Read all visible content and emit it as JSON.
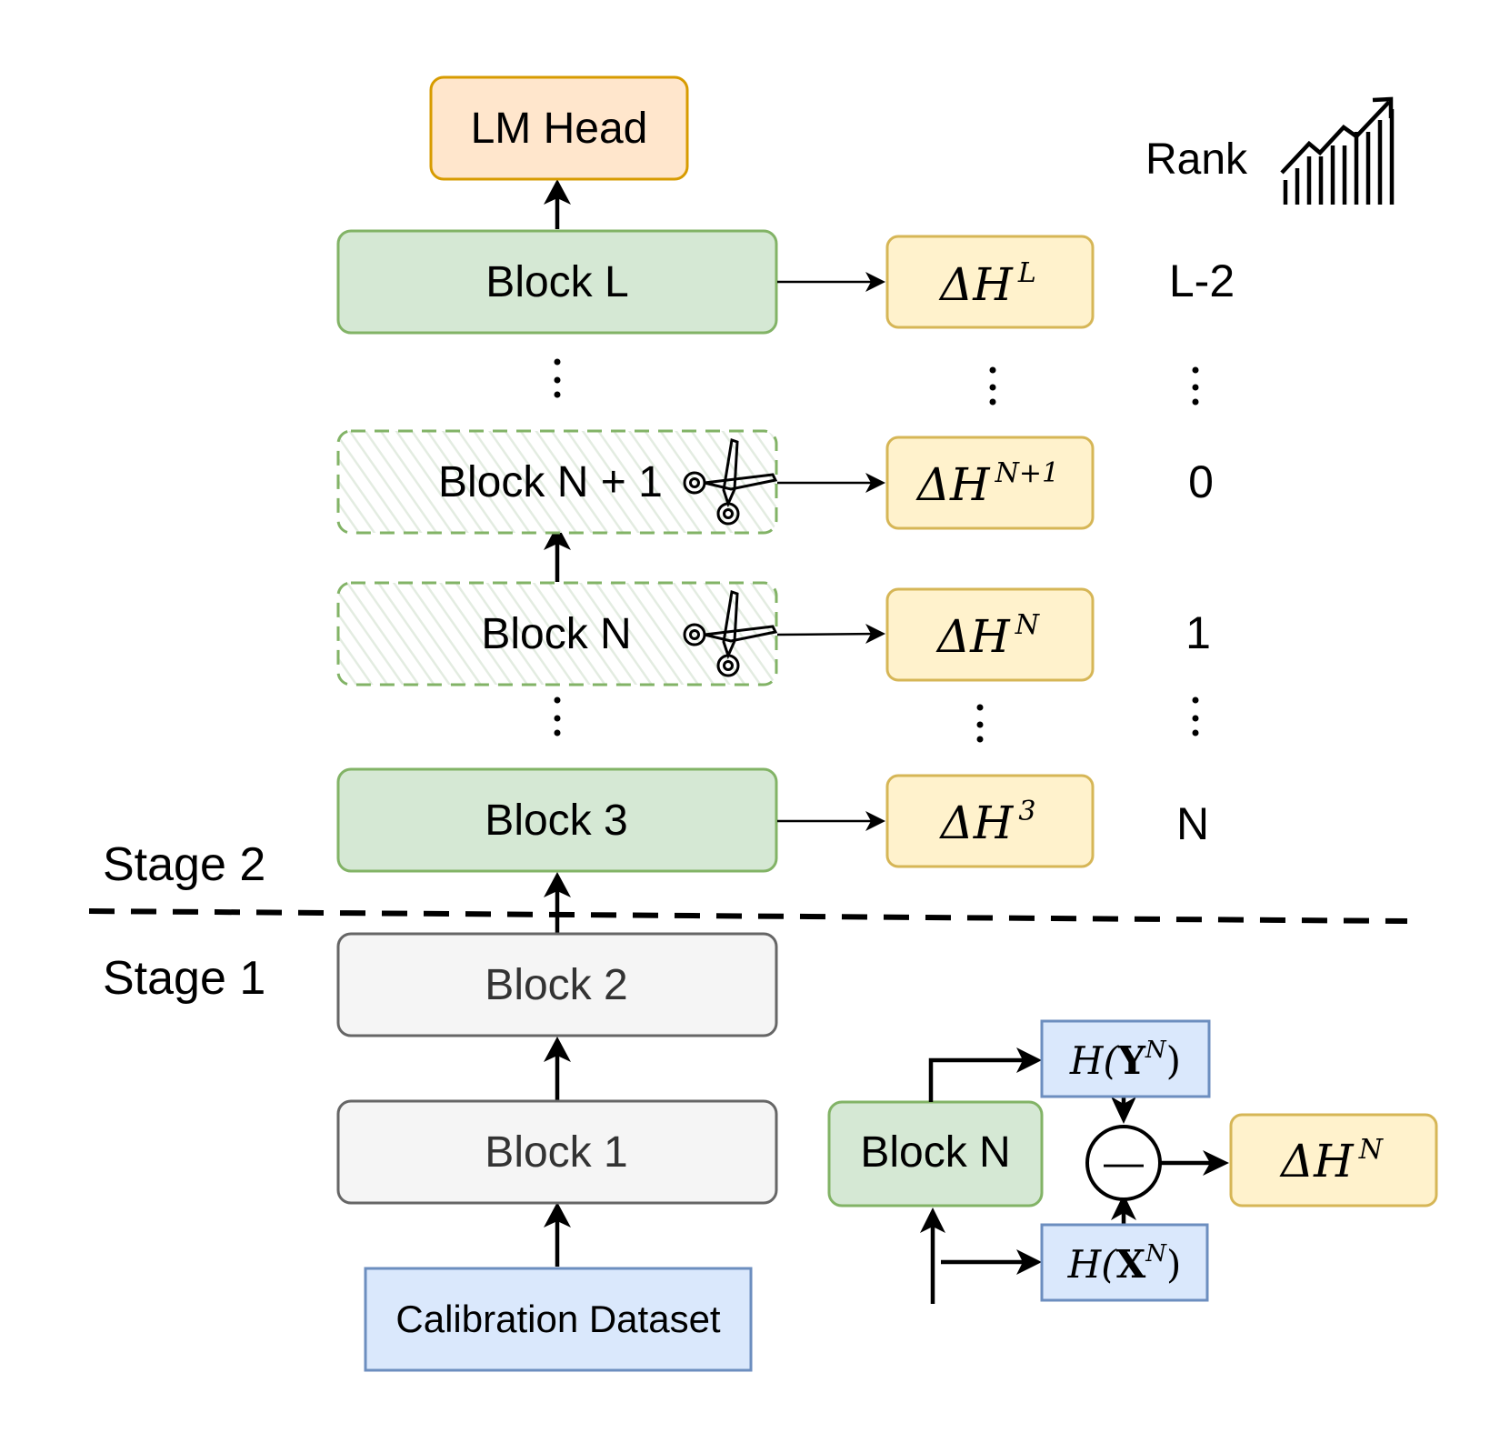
{
  "stages": {
    "stage2": "Stage 2",
    "stage1": "Stage 1"
  },
  "blocks": {
    "lm_head": "LM Head",
    "block_l": "Block L",
    "block_n_plus_1": "Block N + 1",
    "block_n": "Block N",
    "block_3": "Block 3",
    "block_2": "Block 2",
    "block_1": "Block 1",
    "calibration": "Calibration Dataset"
  },
  "delta": {
    "prefix": "ΔH",
    "sup_l": "L",
    "sup_n_plus_1": "N+1",
    "sup_n": "N",
    "sup_3": "3"
  },
  "rank": {
    "title": "Rank",
    "values": [
      "L-2",
      "0",
      "1",
      "N"
    ]
  },
  "detail": {
    "block": "Block N",
    "y_fn": "H(",
    "y_var": "Y",
    "x_var": "X",
    "sup": "N",
    "close": ")",
    "minus": "—",
    "delta_prefix": "ΔH",
    "delta_sup": "N"
  },
  "colors": {
    "green_fill": "#d5e8d4",
    "green_stroke": "#82b366",
    "gray_fill": "#f5f5f5",
    "gray_stroke": "#666666",
    "orange_fill": "#ffe6cc",
    "orange_stroke": "#d79b00",
    "yellow_fill": "#fff2cc",
    "yellow_stroke": "#d6b656",
    "blue_fill": "#dae8fc",
    "blue_stroke": "#6c8ebf"
  },
  "icons": [
    "scissors-icon",
    "scissors-icon",
    "trend-chart-icon"
  ]
}
